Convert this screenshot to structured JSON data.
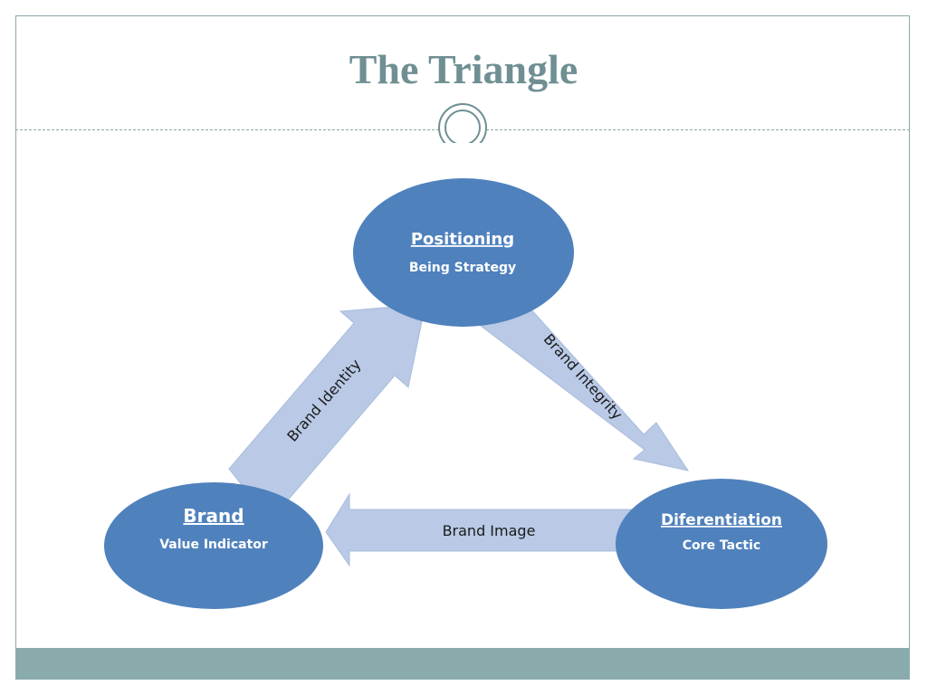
{
  "slide": {
    "title": "The Triangle"
  },
  "diagram": {
    "colors": {
      "node_fill": "#4f81bd",
      "arrow_fill": "#b9c9e6",
      "accent": "#6f8f93",
      "footer": "#8aabab"
    },
    "nodes": {
      "positioning": {
        "title": "Positioning",
        "subtitle": "Being Strategy"
      },
      "brand": {
        "title": "Brand",
        "subtitle": "Value Indicator"
      },
      "differentiation": {
        "title": "Diferentiation",
        "subtitle": "Core Tactic"
      }
    },
    "arrows": {
      "identity": {
        "label": "Brand Identity",
        "from": "Brand",
        "to": "Positioning"
      },
      "integrity": {
        "label": "Brand Integrity",
        "from": "Positioning",
        "to": "Diferentiation"
      },
      "image": {
        "label": "Brand Image",
        "from": "Diferentiation",
        "to": "Brand"
      }
    }
  }
}
